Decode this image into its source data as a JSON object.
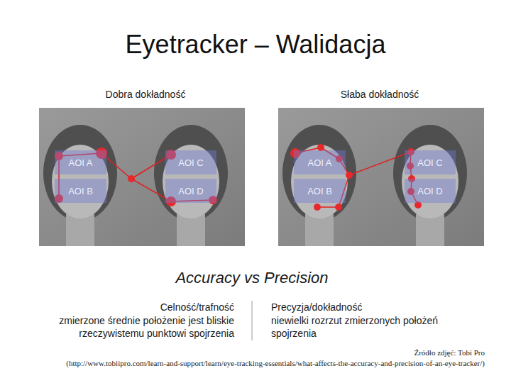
{
  "diagram": {
    "title": "Eyetracker – Walidacja",
    "nodes": [
      {
        "text": [
          "AOI A"
        ]
      },
      {
        "text": [
          "AOI C"
        ]
      },
      {
        "text": [
          "AOI B"
        ]
      },
      {
        "text": [
          "AOI D"
        ]
      },
      {
        "text": [
          "AOI A"
        ]
      },
      {
        "text": [
          "AOI C"
        ]
      },
      {
        "text": [
          "AOI B"
        ]
      },
      {
        "text": [
          "AOI D"
        ]
      }
    ],
    "labels": [
      "Dobra dokładność",
      "Słaba dokładność",
      "Accuracy vs Precision",
      "Celność/trafność",
      "zmierzone średnie położenie jest bliskie rzeczywistemu punktowi spojrzenia",
      "Precyzja/dokładność",
      "niewielki rozrzut zmierzonych położeń spojrzenia",
      "Źródło zdjęć: Tobi Pro",
      "(http://www.tobiipro.com/learn-and-support/learn/eye-tracking-essentials/what-affects-the-accuracy-and-precision-of-an-eye-tracker/)"
    ]
  }
}
